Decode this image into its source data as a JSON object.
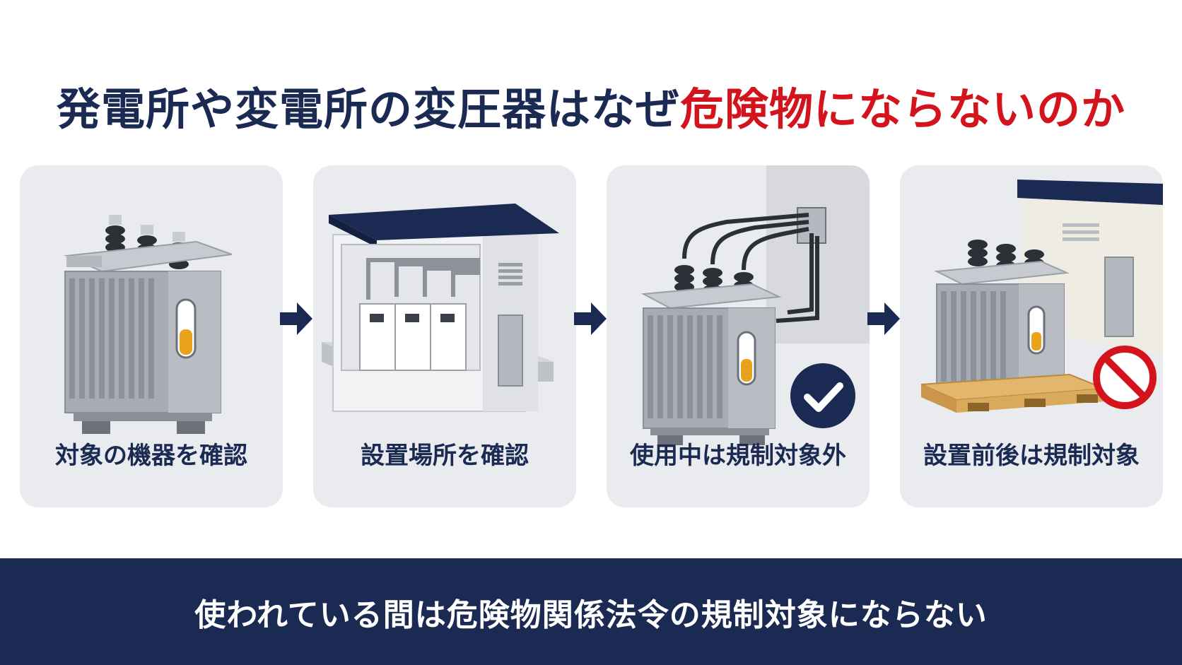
{
  "title": {
    "part1": "発電所や変電所の変圧器はなぜ",
    "part2": "危険物にならないのか"
  },
  "steps": [
    {
      "label": "対象の機器を確認",
      "icon": "oil-transformer-icon"
    },
    {
      "label": "設置場所を確認",
      "icon": "substation-building-icon"
    },
    {
      "label": "使用中は規制対象外",
      "icon": "connected-transformer-check-icon"
    },
    {
      "label": "設置前後は規制対象",
      "icon": "transformer-on-pallet-prohibited-icon"
    }
  ],
  "banner": {
    "text": "使われている間は危険物関係法令の規制対象にならない"
  },
  "colors": {
    "navy": "#1b2a52",
    "accent_red": "#d4141c",
    "card_bg": "#e9ebef",
    "oil": "#e8a21c",
    "pallet": "#e3b66e"
  }
}
